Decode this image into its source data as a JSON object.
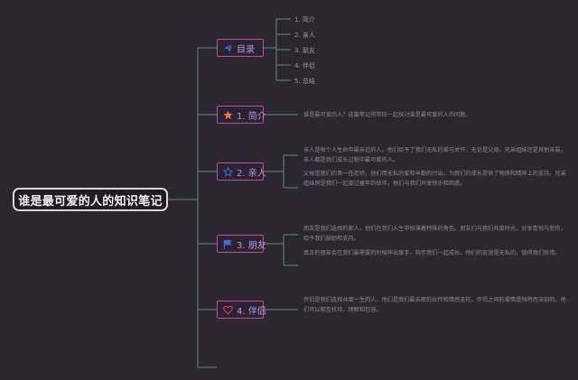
{
  "root": {
    "title": "谁是最可爱的人的知识笔记"
  },
  "topics": [
    {
      "label": "目录",
      "icon": "paper-plane-icon"
    },
    {
      "label": "1. 简介",
      "icon": "star-icon"
    },
    {
      "label": "2. 亲人",
      "icon": "star-outline-icon"
    },
    {
      "label": "3. 朋友",
      "icon": "flag-icon"
    },
    {
      "label": "4. 伴侣",
      "icon": "heart-icon"
    }
  ],
  "toc_items": [
    "1. 简介",
    "2. 亲人",
    "3. 朋友",
    "4. 伴侣",
    "5. 总结"
  ],
  "paragraphs": {
    "intro": "谁是最可爱的人？这篇笔记将带你一起探讨谁是最可爱的人的问题。",
    "family_1": "亲人是每个人生命中最亲近的人。他们给予了我们无私的爱与关怀，无论是父母、兄弟姐妹还是其他亲属，亲人都是我们成长过程中最可爱的人。",
    "family_2": "父母是我们的第一任老师，他们用无私的爱和辛勤的付出，为我们的成长提供了物质和精神上的支持。兄弟姐妹则是我们一起度过童年的伙伴，他们与我们共享快乐和困惑。",
    "friend_1": "朋友是我们选择的家人，他们在我们人生中扮演着特殊的角色。朋友们与我们共度时光，分享喜悦与悲伤，给予我们鼓励和支持。",
    "friend_2": "真正的朋友会在我们最需要的时候伸出援手，陪伴我们一起成长。他们的友谊是无私的，值得我们珍惜。",
    "partner_1": "伴侣是我们选择共度一生的人，他们是我们最亲密的伙伴和情感支柱。伴侣之间的爱情是独特而深刻的，他们可以相互扶持，理解和包容。"
  },
  "colors": {
    "background": "#2b2730",
    "connector": "#5f8782",
    "topic_border": "#c24d8f",
    "topic_text": "#b497dd",
    "leaf_text": "#9a93a6",
    "icon_blue": "#3f6fd6",
    "icon_orange": "#e8763a",
    "icon_red": "#e8455c"
  }
}
